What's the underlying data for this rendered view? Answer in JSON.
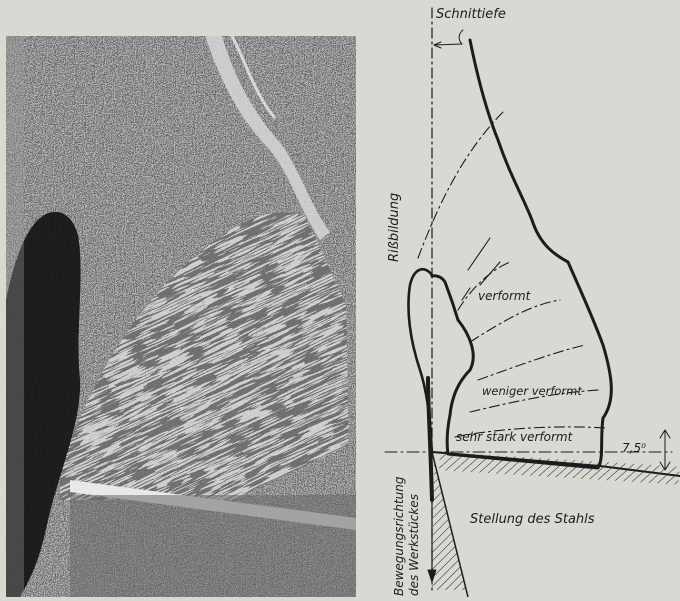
{
  "diagram": {
    "labels": {
      "cut_depth": "Schnittiefe",
      "crack_formation": "Rißbildung",
      "deformed": "verformt",
      "less_deformed": "weniger verformt",
      "very_deformed": "sehr stark verformt",
      "angle": "7,5⁰",
      "tool_position": "Stellung des Stahls",
      "movement_line1": "Bewegungsrichtung",
      "movement_line2": "des Werkstückes"
    }
  },
  "colors": {
    "ink": "#1c1c1c",
    "paper": "#d9d8d3",
    "photo_dark": "#1f1f1f",
    "photo_light": "#cfcfcf"
  }
}
